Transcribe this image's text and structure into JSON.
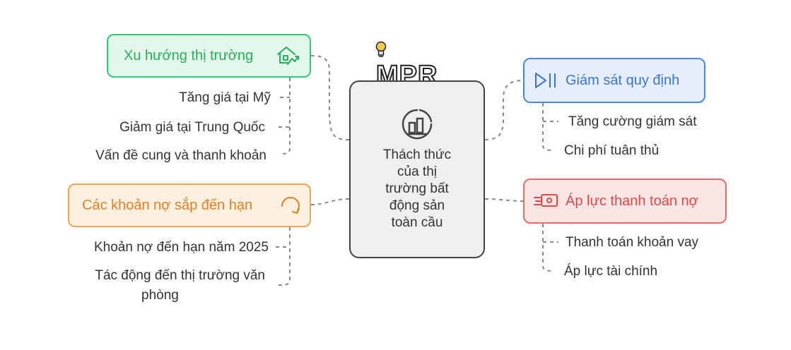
{
  "center": {
    "logo": "MPR",
    "title_lines": [
      "Thách thức",
      "của thị",
      "trường bất",
      "động sản",
      "toàn cầu"
    ],
    "icon": "chart-building-icon"
  },
  "branches": {
    "market_trends": {
      "label": "Xu hướng thị trường",
      "icon": "house-growth-icon",
      "color": "#27ae60",
      "items": [
        "Tăng giá tại Mỹ",
        "Giảm giá tại Trung Quốc",
        "Vấn đề cung và thanh khoản"
      ]
    },
    "maturing_debt": {
      "label": "Các khoản nợ sắp đến hạn",
      "icon": "clock-arrow-icon",
      "color": "#e67e22",
      "items": [
        "Khoản nợ đến hạn năm 2025",
        "Tác động đến thị trường văn",
        "phòng"
      ]
    },
    "regulatory": {
      "label": "Giám sát quy định",
      "icon": "play-pause-icon",
      "color": "#3b74d9",
      "items": [
        "Tăng cường giám sát",
        "Chi phí tuân thủ"
      ]
    },
    "debt_pressure": {
      "label": "Áp lực thanh toán nợ",
      "icon": "money-stack-icon",
      "color": "#e04848",
      "items": [
        "Thanh toán khoản vay",
        "Áp lực tài chính"
      ]
    }
  }
}
